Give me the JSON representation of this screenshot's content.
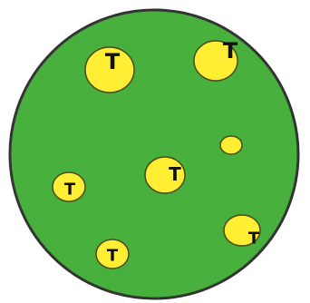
{
  "drawing": {
    "disc_color": "#45b03a",
    "disc_outline": "#2f2f2f",
    "spot_fill": "#ffee33",
    "spot_outline": "#4a4a1a",
    "spots": [
      {
        "label": "T"
      },
      {
        "label": "T"
      },
      {
        "label": ""
      },
      {
        "label": "T"
      },
      {
        "label": "T"
      },
      {
        "label": "T"
      },
      {
        "label": "T"
      }
    ]
  }
}
